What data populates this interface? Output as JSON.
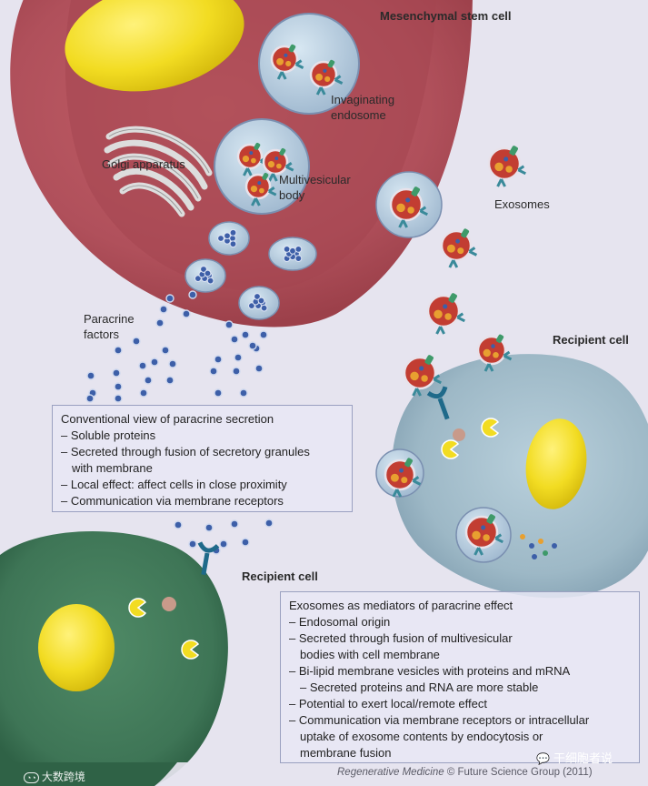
{
  "labels": {
    "msc": "Mesenchymal stem cell",
    "invaginating": [
      "Invaginating",
      "endosome"
    ],
    "golgi": "Golgi apparatus",
    "mvb": [
      "Multivesicular",
      "body"
    ],
    "exosomes": "Exosomes",
    "paracrine": [
      "Paracrine",
      "factors"
    ],
    "recipient_right": "Recipient cell",
    "recipient_left": "Recipient cell"
  },
  "conventional_box": {
    "title": "Conventional view of paracrine secretion",
    "items": [
      "– Soluble proteins",
      "– Secreted through fusion of secretory granules",
      "with membrane",
      "– Local effect: affect cells in close proximity",
      "– Communication via membrane receptors"
    ]
  },
  "exosome_box": {
    "title": "Exosomes as mediators of paracrine effect",
    "items": [
      "– Endosomal origin",
      "– Secreted through fusion of multivesicular",
      "bodies with cell membrane",
      "– Bi-lipid membrane vesicles with proteins and mRNA",
      "– Secreted proteins and RNA are more stable",
      "– Potential to exert local/remote effect",
      "– Communication via membrane receptors or intracellular",
      "uptake of exosome contents by endocytosis or",
      "membrane fusion"
    ]
  },
  "footer": {
    "journal": "Regenerative Medicine",
    "credit": " © Future Science Group (2011)"
  },
  "watermarks": {
    "left": "大数跨境",
    "right": "干细胞者说"
  },
  "colors": {
    "msc_body": "#b85560",
    "msc_inner": "#a84550",
    "recipient_right": "#9fbac8",
    "recipient_left": "#3f7a58",
    "nucleus": "#f2dc22",
    "exosome": "#c23d32",
    "factor": "#3d5fa8"
  }
}
